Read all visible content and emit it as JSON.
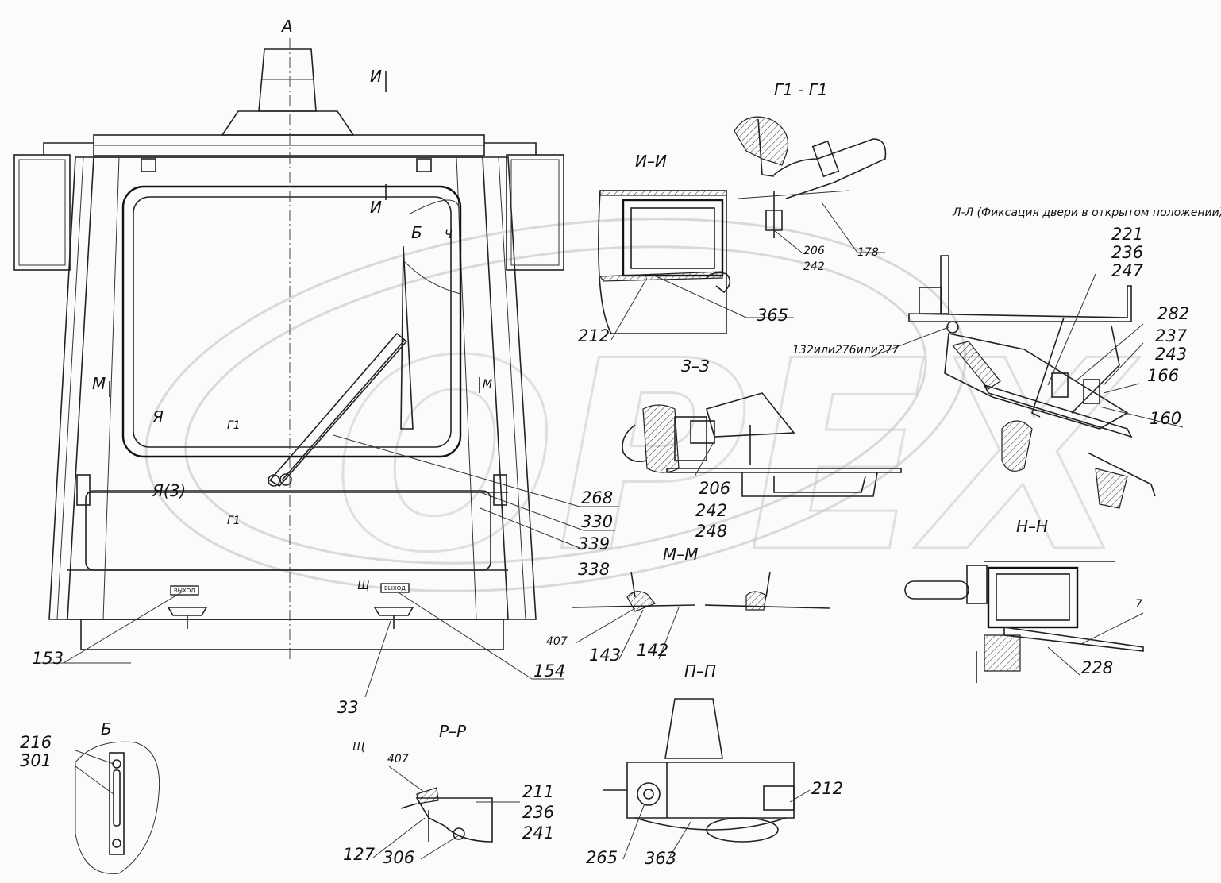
{
  "watermark": "OPEX",
  "views": {
    "main": "А",
    "detail_b": "Б",
    "i_i": "И–И",
    "g1_g1": "Г1 - Г1",
    "l_l": "Л-Л (Фиксация двери в открытом положении)",
    "z_z": "З–З",
    "m_m": "М–М",
    "n_n": "Н–Н",
    "p_p": "П–П",
    "r_r": "Р–Р"
  },
  "section_marks": {
    "i": "И",
    "b": "Б",
    "ch": "Ч",
    "m": "М",
    "ya": "Я",
    "ya3": "Я(3)",
    "g1": "Г1",
    "shch": "Щ"
  },
  "plates": [
    "ВЫХОД",
    "ВЫХОД"
  ],
  "callouts": {
    "c153": "153",
    "c154": "154",
    "c33": "33",
    "c268": "268",
    "c330": "330",
    "c339": "339",
    "c338": "338",
    "c212a": "212",
    "c365": "365",
    "c206a": "206",
    "c242a": "242",
    "c178": "178",
    "c132": "132или276или277",
    "c221": "221",
    "c236a": "236",
    "c247": "247",
    "c282": "282",
    "c237": "237",
    "c243": "243",
    "c166": "166",
    "c160": "160",
    "c206b": "206",
    "c242b": "242",
    "c248": "248",
    "c407a": "407",
    "c143": "143",
    "c142": "142",
    "c7": "7",
    "c228": "228",
    "c216": "216",
    "c301": "301",
    "c407b": "407",
    "c211": "211",
    "c236b": "236",
    "c241": "241",
    "c127": "127",
    "c306": "306",
    "c265": "265",
    "c363": "363",
    "c212b": "212"
  }
}
